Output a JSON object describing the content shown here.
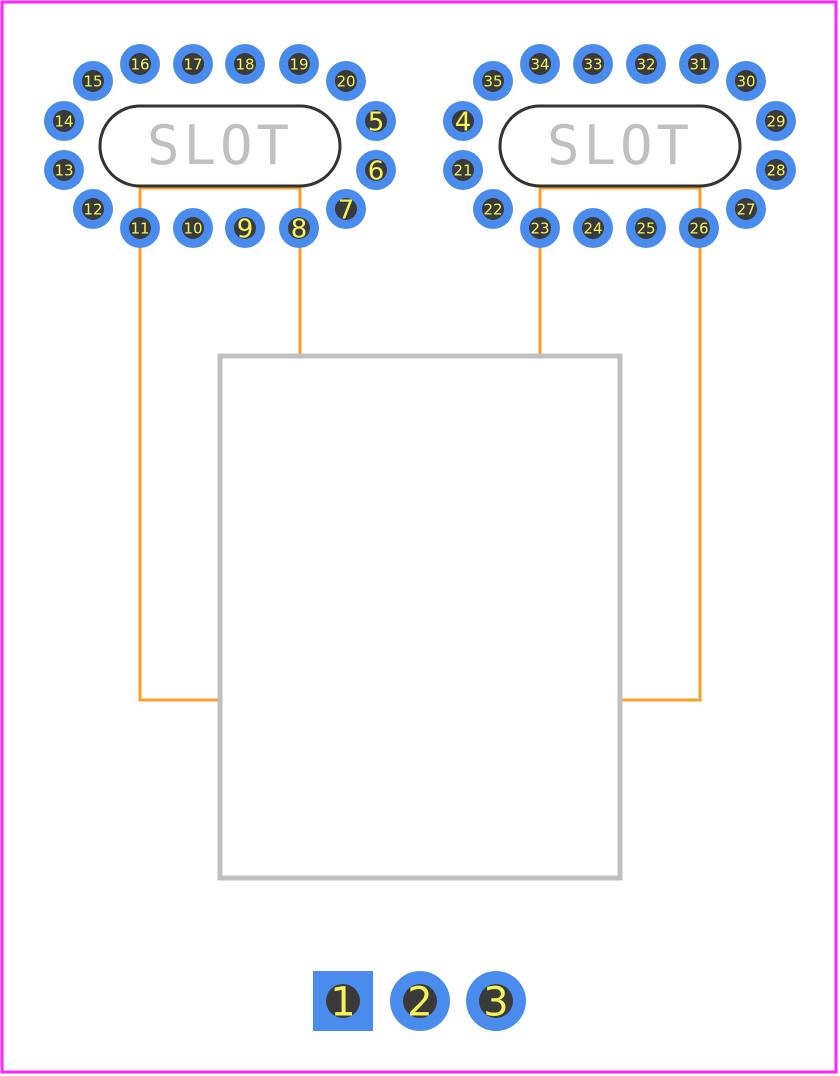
{
  "colors": {
    "background": "#ffffff",
    "board_outline": "#ff26ff",
    "body_outline": "#c0c0c0",
    "silkscreen_text": "#c0c0c0",
    "slot_outline": "#333333",
    "trace": "#f7a128",
    "pad": "#4a8cee",
    "drill": "#3a3a3a",
    "pad_label": "#f3f35a"
  },
  "slots": [
    {
      "label": "SLOT"
    },
    {
      "label": "SLOT"
    }
  ],
  "pads": [
    {
      "number": "1",
      "shape": "square"
    },
    {
      "number": "2",
      "shape": "round"
    },
    {
      "number": "3",
      "shape": "round"
    },
    {
      "number": "4"
    },
    {
      "number": "5"
    },
    {
      "number": "6"
    },
    {
      "number": "7"
    },
    {
      "number": "8"
    },
    {
      "number": "9"
    },
    {
      "number": "10"
    },
    {
      "number": "11"
    },
    {
      "number": "12"
    },
    {
      "number": "13"
    },
    {
      "number": "14"
    },
    {
      "number": "15"
    },
    {
      "number": "16"
    },
    {
      "number": "17"
    },
    {
      "number": "18"
    },
    {
      "number": "19"
    },
    {
      "number": "20"
    },
    {
      "number": "21"
    },
    {
      "number": "22"
    },
    {
      "number": "23"
    },
    {
      "number": "24"
    },
    {
      "number": "25"
    },
    {
      "number": "26"
    },
    {
      "number": "27"
    },
    {
      "number": "28"
    },
    {
      "number": "29"
    },
    {
      "number": "30"
    },
    {
      "number": "31"
    },
    {
      "number": "32"
    },
    {
      "number": "33"
    },
    {
      "number": "34"
    },
    {
      "number": "35"
    }
  ]
}
